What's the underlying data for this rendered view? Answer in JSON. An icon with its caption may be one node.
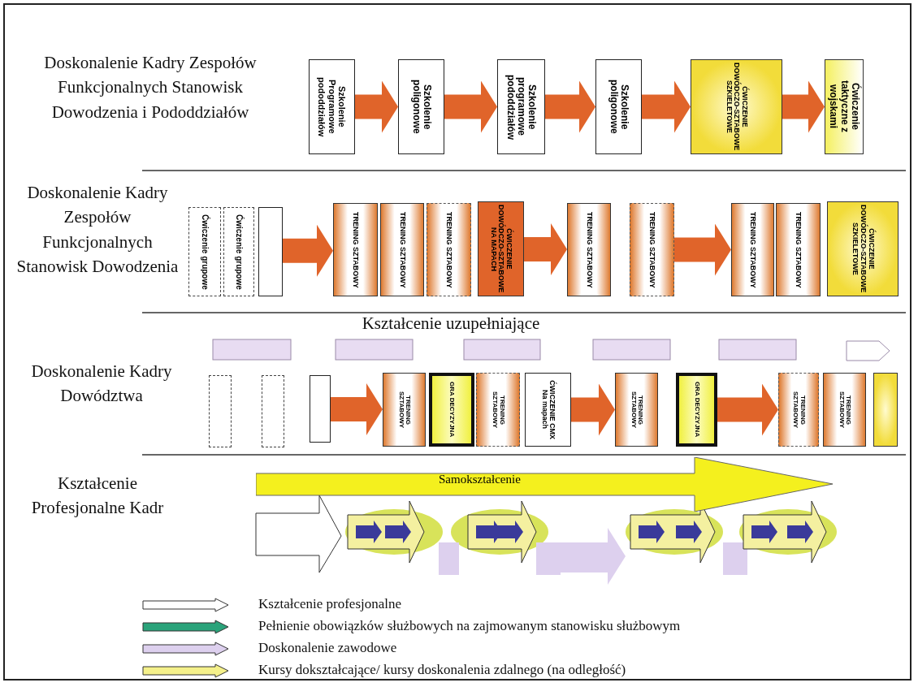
{
  "diagram": {
    "nodes": [
      {
        "text": [
          "Szkolenie Programowe pododdziałów"
        ]
      },
      {
        "text": [
          "Szkolenie poligonowe"
        ]
      },
      {
        "text": [
          "Szkolenie programowe pododdziałów"
        ]
      },
      {
        "text": [
          "Szkolenie poligonowe"
        ]
      },
      {
        "text": [
          "ĆWICZENIE DOWÓDCZO-SZTABOWE SZKIELETOWE"
        ]
      },
      {
        "text": [
          "Ćwiczenie taktyczne z wojskami"
        ]
      },
      {
        "text": [
          "Ćwiczenie grupowe"
        ]
      },
      {
        "text": [
          "Ćwiczenie grupowe"
        ]
      },
      {
        "text": [],
        "shape": "box"
      },
      {
        "text": [
          "TRENING SZTABOWY"
        ]
      },
      {
        "text": [
          "TRENING SZTABOWY"
        ]
      },
      {
        "text": [
          "TRENING SZTABOWY"
        ]
      },
      {
        "text": [
          "ĆWICZENIE DOWÓDCZO-SZTABOWE NA MAPACH"
        ]
      },
      {
        "text": [
          "TRENING SZTABOWY"
        ]
      },
      {
        "text": [
          "TRENING SZTABOWY"
        ]
      },
      {
        "text": [
          "TRENING SZTABOWY"
        ]
      },
      {
        "text": [
          "TRENING SZTABOWY"
        ]
      },
      {
        "text": [
          "ĆWICZENIE DOWÓDCZO-SZTABOWE SZKIELETOWE"
        ]
      },
      {
        "text": [],
        "shape": "box"
      },
      {
        "text": [],
        "shape": "box"
      },
      {
        "text": [],
        "shape": "box"
      },
      {
        "text": [
          "TRENING SZTABOWY"
        ]
      },
      {
        "text": [
          "GRA DECYZYJNA"
        ]
      },
      {
        "text": [
          "TRENING SZTABOWY"
        ]
      },
      {
        "text": [
          "ĆWICZENIE CMX Na mapach"
        ]
      },
      {
        "text": [
          "TRENING SZTABOWY"
        ]
      },
      {
        "text": [
          "GRA DECYZYJNA"
        ]
      },
      {
        "text": [
          "TRENING SZTABOWY"
        ]
      },
      {
        "text": [
          "TRENING SZTABOWY"
        ]
      },
      {
        "text": [],
        "shape": "box"
      },
      {
        "text": [
          "Samokształcenie"
        ]
      }
    ],
    "edges": [
      {
        "from": 0,
        "to": 1,
        "arrow": "to"
      },
      {
        "from": 1,
        "to": 2,
        "arrow": "to"
      },
      {
        "from": 2,
        "to": 3,
        "arrow": "to"
      },
      {
        "from": 3,
        "to": 4,
        "arrow": "to"
      },
      {
        "from": 4,
        "to": 5,
        "arrow": "to"
      },
      {
        "from": 8,
        "to": 9,
        "arrow": "to"
      },
      {
        "from": 12,
        "to": 13,
        "arrow": "to"
      },
      {
        "from": 14,
        "to": 15,
        "arrow": "to"
      },
      {
        "from": 20,
        "to": 21,
        "arrow": "to"
      },
      {
        "from": 24,
        "to": 25,
        "arrow": "to"
      },
      {
        "from": 26,
        "to": 27,
        "arrow": "to"
      }
    ],
    "labels": [
      "Doskonalenie Kadry Zespołów Funkcjonalnych Stanowisk Dowodzenia i Pododdziałów",
      "Doskonalenie Kadry Zespołów Funkcjonalnych Stanowisk Dowodzenia",
      "Kształcenie uzupełniające",
      "Doskonalenie Kadry Dowództwa",
      "Kształcenie Profesjonalne Kadr"
    ],
    "legend": [
      {
        "text": "Kształcenie profesjonalne"
      },
      {
        "text": "Pełnienie obowiązków służbowych na zajmowanym stanowisku służbowym"
      },
      {
        "text": "Doskonalenie zawodowe"
      },
      {
        "text": "Kursy dokształcające/ kursy doskonalenia zdalnego (na odległość)"
      }
    ]
  }
}
